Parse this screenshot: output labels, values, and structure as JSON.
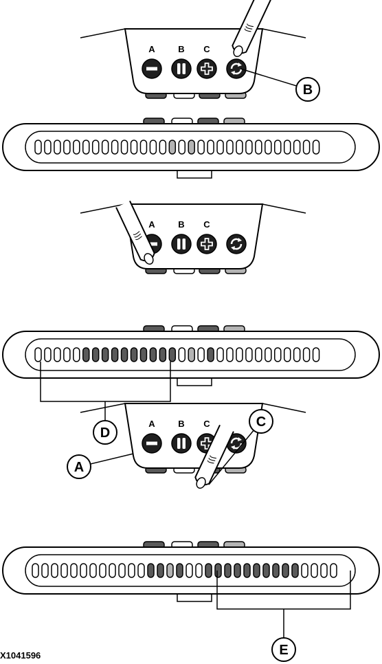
{
  "reference_code": "X1041596",
  "colors": {
    "dark": "#5a5a5a",
    "light": "#b4b4b4",
    "empty": "#ffffff",
    "button": "#1f1f1f",
    "outline": "#000000"
  },
  "button_labels": [
    "A",
    "B",
    "C"
  ],
  "button_icons": [
    "minus-icon",
    "pause-icon",
    "plus-icon",
    "refresh-icon"
  ],
  "panels": [
    {
      "id": "step-1",
      "pressed_button": "refresh",
      "callouts": [
        {
          "label": "B",
          "target": "refresh-button"
        }
      ],
      "tab_states": [
        "dark",
        "empty",
        "dark",
        "light"
      ],
      "led_states": [
        "e",
        "e",
        "e",
        "e",
        "e",
        "e",
        "e",
        "e",
        "e",
        "e",
        "e",
        "e",
        "e",
        "e",
        "l",
        "e",
        "l",
        "e",
        "e",
        "e",
        "e",
        "e",
        "e",
        "e",
        "e",
        "e",
        "e",
        "e",
        "e",
        "e"
      ]
    },
    {
      "id": "step-2",
      "pressed_button": "minus",
      "callouts": [
        {
          "label": "A",
          "target": "minus-button"
        },
        {
          "label": "D",
          "target": "led-range"
        }
      ],
      "tab_states": [
        "dark",
        "empty",
        "dark",
        "light"
      ],
      "led_states": [
        "e",
        "e",
        "e",
        "e",
        "e",
        "d",
        "d",
        "d",
        "d",
        "d",
        "d",
        "d",
        "d",
        "d",
        "d",
        "e",
        "l",
        "e",
        "d",
        "e",
        "e",
        "e",
        "e",
        "e",
        "e",
        "e",
        "e",
        "e",
        "e",
        "e"
      ]
    },
    {
      "id": "step-3",
      "pressed_button": "plus",
      "callouts": [
        {
          "label": "C",
          "target": "plus-button"
        },
        {
          "label": "E",
          "target": "led-range"
        }
      ],
      "tab_states": [
        "dark",
        "empty",
        "dark",
        "light"
      ],
      "led_states": [
        "e",
        "e",
        "e",
        "e",
        "e",
        "e",
        "e",
        "e",
        "e",
        "e",
        "e",
        "e",
        "d",
        "d",
        "l",
        "d",
        "e",
        "e",
        "d",
        "d",
        "d",
        "d",
        "d",
        "d",
        "d",
        "d",
        "d",
        "d",
        "e",
        "e",
        "e",
        "e"
      ]
    }
  ]
}
